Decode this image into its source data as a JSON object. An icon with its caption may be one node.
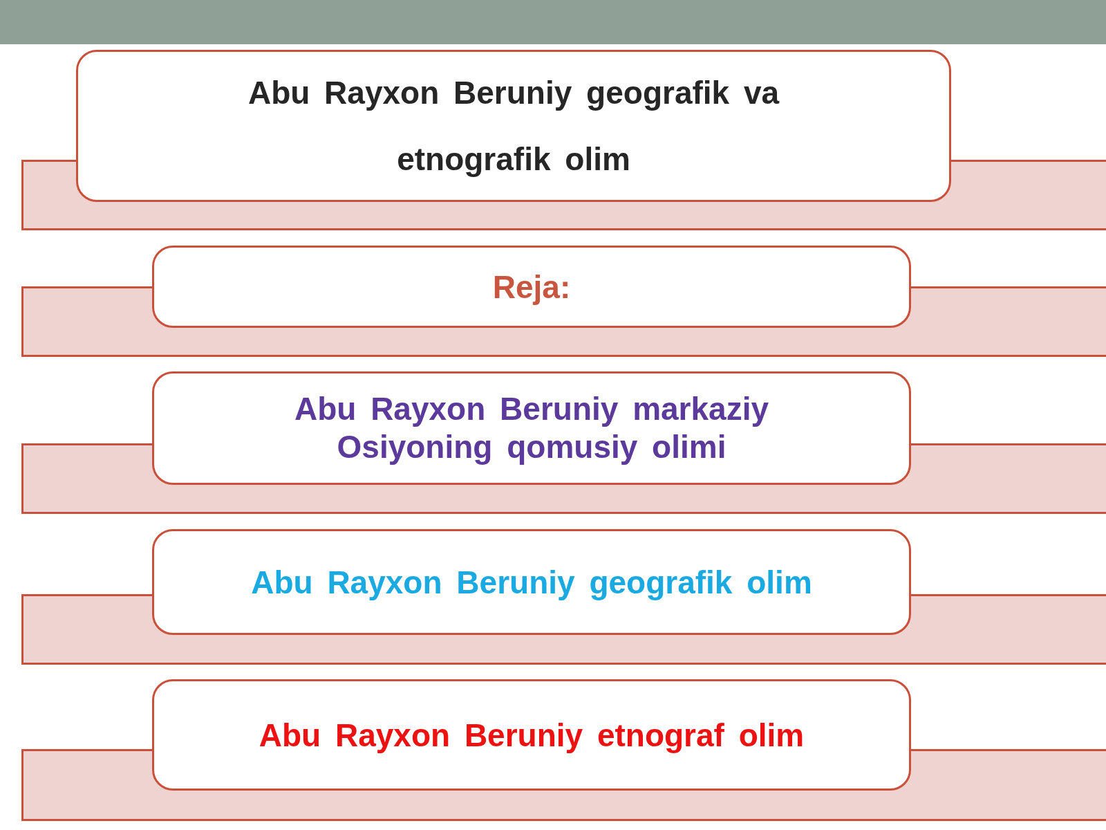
{
  "diagram": {
    "nodes": [
      {
        "text": [
          "Abu Rayxon Beruniy geografik va etnografik olim"
        ]
      },
      {
        "text": [
          "Reja:"
        ]
      },
      {
        "text": [
          "Abu Rayxon Beruniy markaziy Osiyoning qomusiy olimi"
        ]
      },
      {
        "text": [
          "Abu Rayxon Beruniy geografik olim"
        ]
      },
      {
        "text": [
          "Abu Rayxon Beruniy etnograf olim"
        ]
      }
    ]
  }
}
